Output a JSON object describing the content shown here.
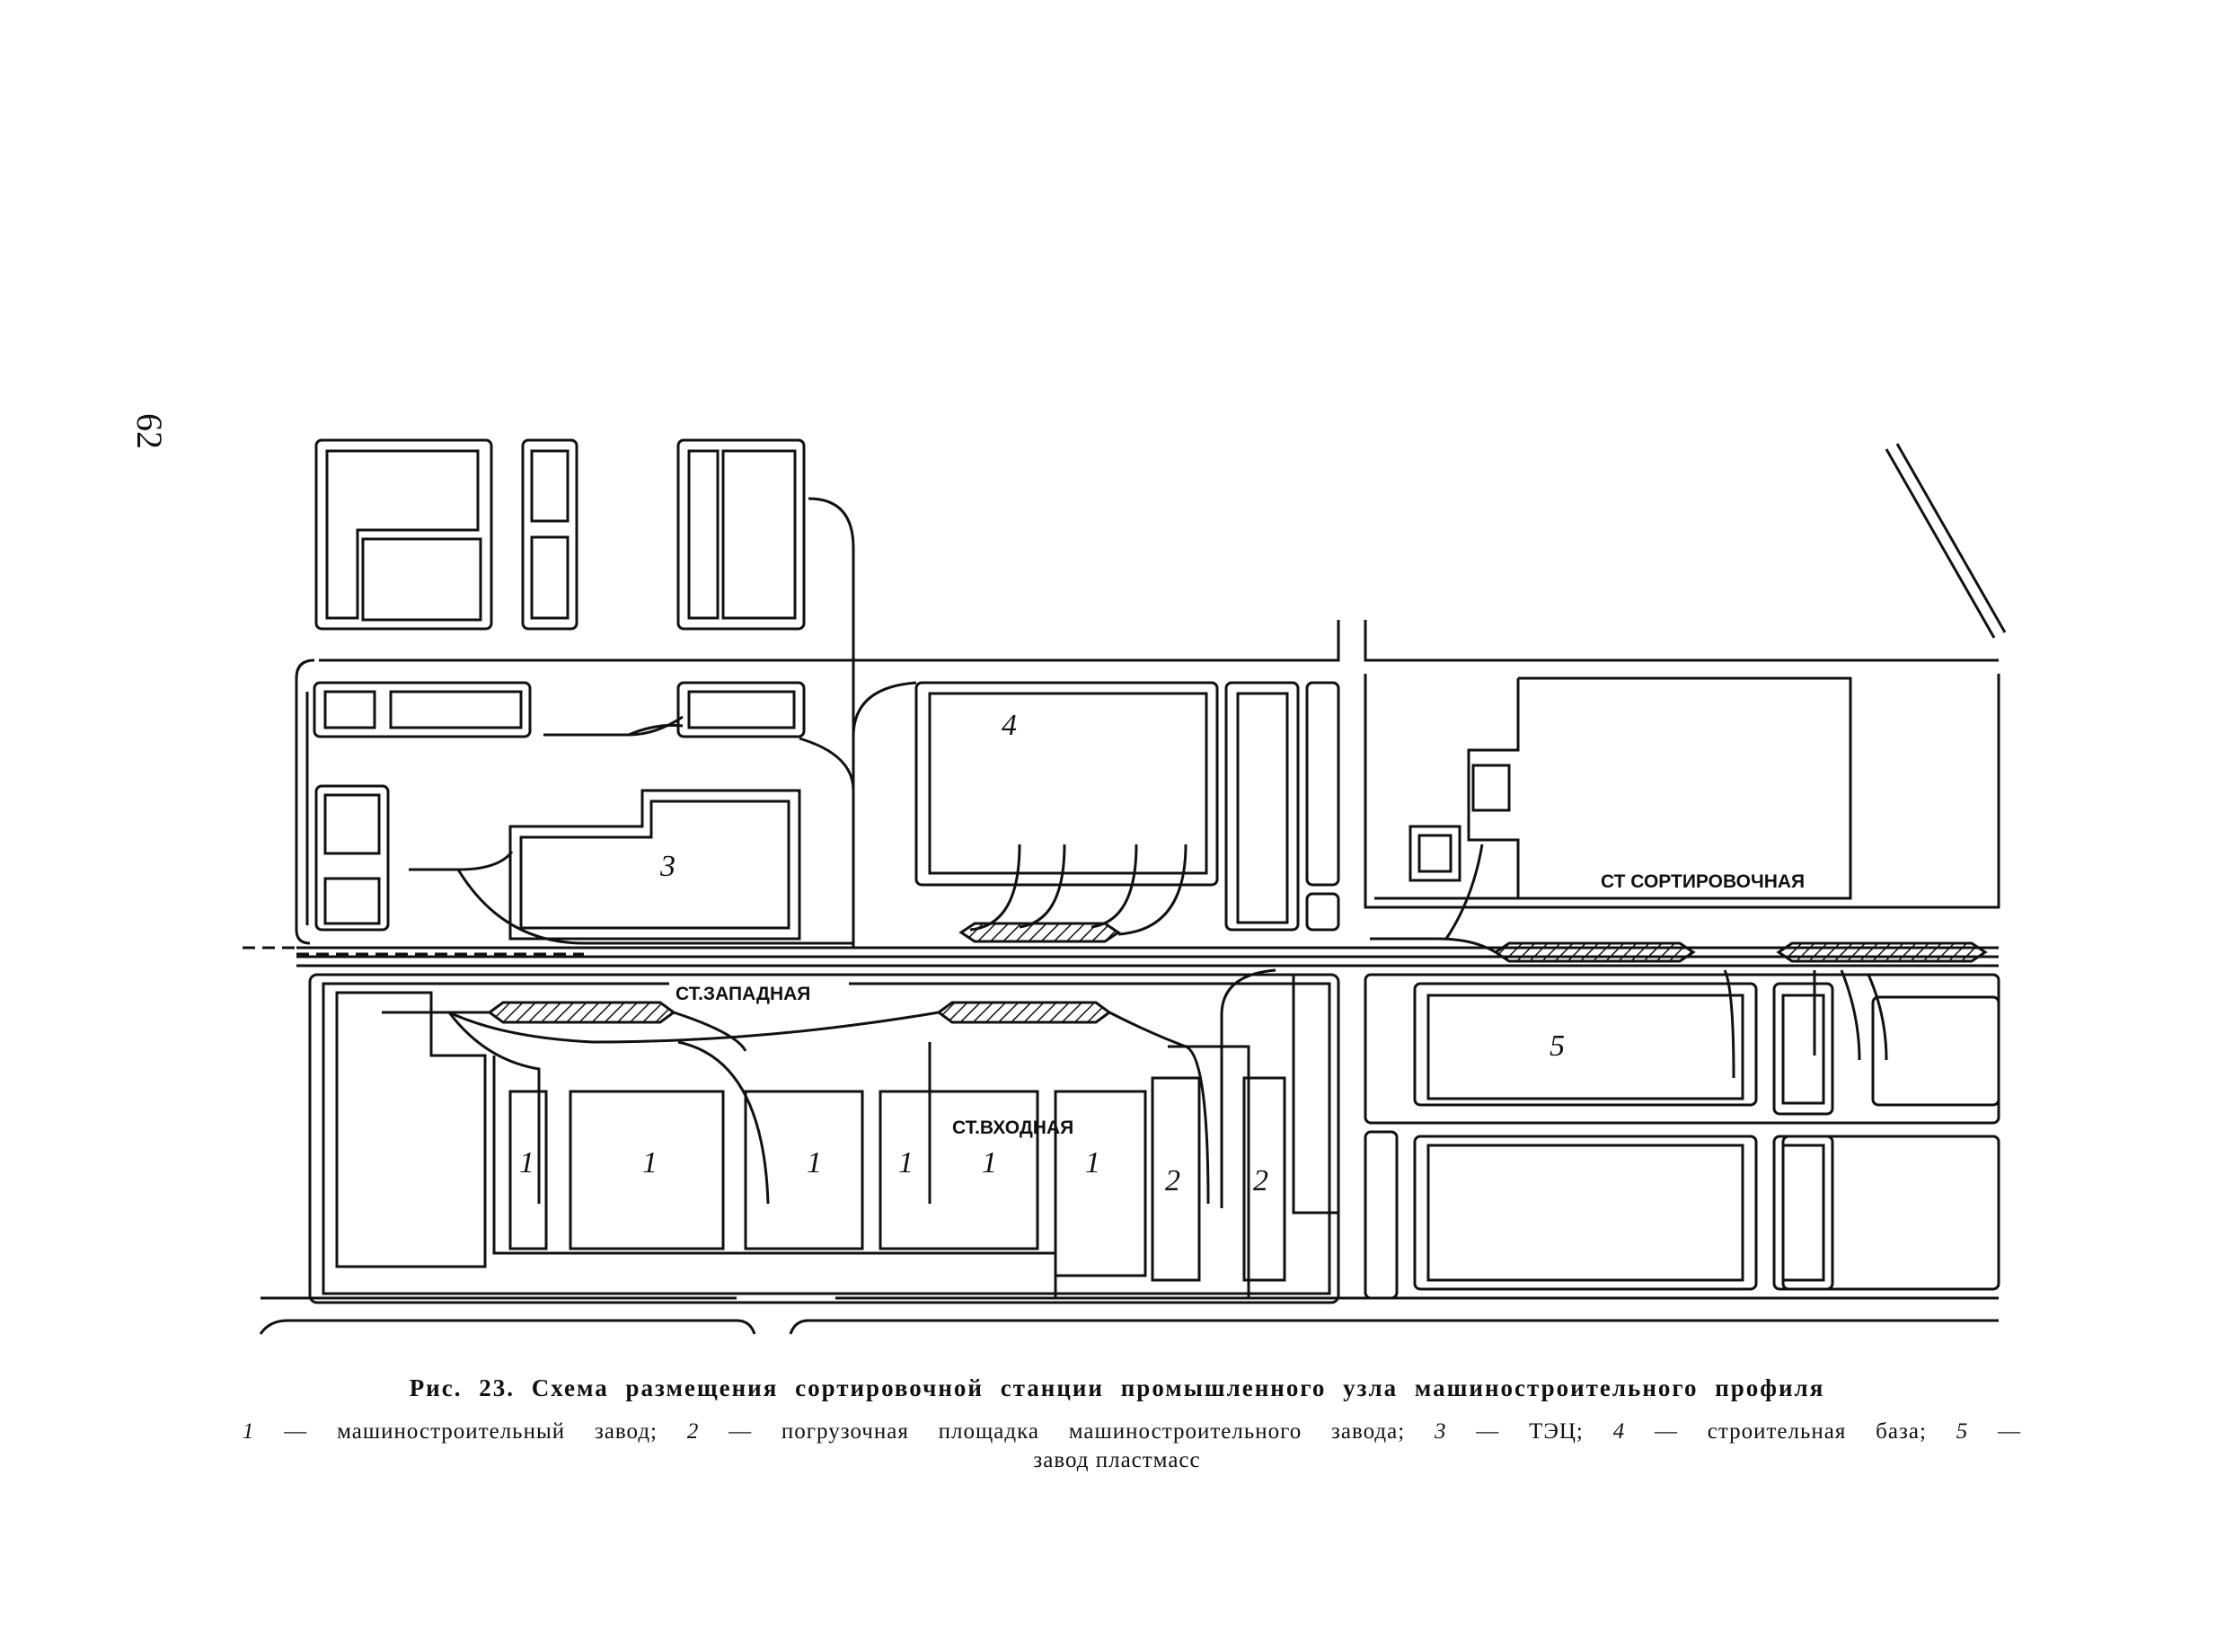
{
  "page_number": "62",
  "figure": {
    "title": "Рис. 23.  Схема размещения  сортировочной станции  промышленного  узла машиностроительного профиля",
    "legend_items": [
      {
        "num": "1",
        "text": " — машиностроительный завод; "
      },
      {
        "num": "2",
        "text": " — погрузочная площадка машиностроительного завода; "
      },
      {
        "num": "3",
        "text": " — ТЭЦ; "
      },
      {
        "num": "4",
        "text": " — строительная база; "
      },
      {
        "num": "5",
        "text": " —"
      }
    ],
    "legend_continuation": "завод пластмасс"
  },
  "stations": {
    "sortirovochnaya": "СТ СОРТИРОВОЧНАЯ",
    "zapadnaya": "СТ.ЗАПАДНАЯ",
    "vkhodnaya": "СТ.ВХОДНАЯ"
  },
  "plot_labels": {
    "one": "1",
    "two": "2",
    "three": "3",
    "four": "4",
    "five": "5"
  },
  "colors": {
    "ink": "#111111",
    "paper": "#ffffff"
  }
}
